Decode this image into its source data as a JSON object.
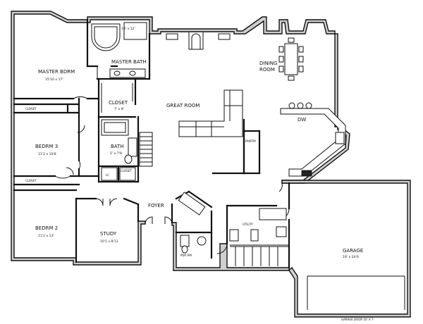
{
  "rooms": {
    "master_bdrm": {
      "name": "MASTER BDRM",
      "dim": "15'10 x 17'"
    },
    "master_bath": {
      "name": "MASTER BATH",
      "dim": "10' x 12'"
    },
    "closet": {
      "name": "CLOSET",
      "dim": "7' x 8'"
    },
    "great_room": {
      "name": "GREAT ROOM"
    },
    "dining_room": {
      "name": "DINING",
      "name2": "ROOM"
    },
    "dw": {
      "name": "DW"
    },
    "bedrm3": {
      "name": "BEDRM 3",
      "dim": "11'2 x 10'8"
    },
    "bath": {
      "name": "BATH",
      "dim": "5' x 7'8"
    },
    "pantry": {
      "name": "PANTRY"
    },
    "bedrm2": {
      "name": "BEDRM 2",
      "dim": "11'2 x 13'"
    },
    "study": {
      "name": "STUDY",
      "dim": "10'1 x 8'11"
    },
    "foyer": {
      "name": "FOYER"
    },
    "garage": {
      "name": "GARAGE",
      "dim": "19' x 24'6"
    },
    "utility": {
      "name": "UTILITY"
    },
    "pdr": {
      "name": "PDR RM"
    }
  },
  "small_labels": {
    "closet_b3": "CLOSET",
    "closet_b2": "CLOSET",
    "lc": "LC",
    "closet_small": "CLOSET",
    "garage_door": "GARAGE DOOR 16' X 7'"
  }
}
